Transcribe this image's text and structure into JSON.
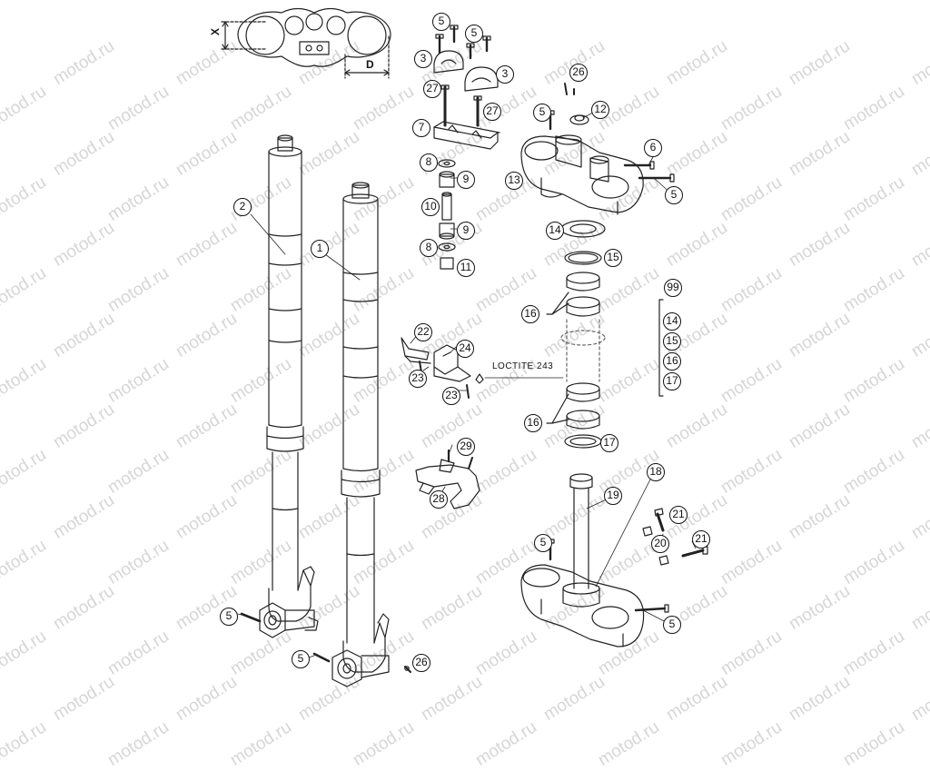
{
  "watermark": {
    "text": "motod.ru",
    "color": "#d6d6d6"
  },
  "dimensions": {
    "x_label": "X",
    "d_label": "D"
  },
  "note": {
    "loctite": "LOCTITE 243"
  },
  "callouts": [
    {
      "id": "c5a",
      "label": "5"
    },
    {
      "id": "c5b",
      "label": "5"
    },
    {
      "id": "c3a",
      "label": "3"
    },
    {
      "id": "c3b",
      "label": "3"
    },
    {
      "id": "c27a",
      "label": "27"
    },
    {
      "id": "c27b",
      "label": "27"
    },
    {
      "id": "c7",
      "label": "7"
    },
    {
      "id": "c8a",
      "label": "8"
    },
    {
      "id": "c9a",
      "label": "9"
    },
    {
      "id": "c10",
      "label": "10"
    },
    {
      "id": "c9b",
      "label": "9"
    },
    {
      "id": "c8b",
      "label": "8"
    },
    {
      "id": "c11",
      "label": "11"
    },
    {
      "id": "c26a",
      "label": "26"
    },
    {
      "id": "c5c",
      "label": "5"
    },
    {
      "id": "c12",
      "label": "12"
    },
    {
      "id": "c6",
      "label": "6"
    },
    {
      "id": "c13",
      "label": "13"
    },
    {
      "id": "c5d",
      "label": "5"
    },
    {
      "id": "c14a",
      "label": "14"
    },
    {
      "id": "c15a",
      "label": "15"
    },
    {
      "id": "c16a",
      "label": "16"
    },
    {
      "id": "c99",
      "label": "99"
    },
    {
      "id": "c14b",
      "label": "14"
    },
    {
      "id": "c15b",
      "label": "15"
    },
    {
      "id": "c16b",
      "label": "16"
    },
    {
      "id": "c17b",
      "label": "17"
    },
    {
      "id": "c2",
      "label": "2"
    },
    {
      "id": "c1",
      "label": "1"
    },
    {
      "id": "c22",
      "label": "22"
    },
    {
      "id": "c24",
      "label": "24"
    },
    {
      "id": "c23a",
      "label": "23"
    },
    {
      "id": "c23b",
      "label": "23"
    },
    {
      "id": "c16c",
      "label": "16"
    },
    {
      "id": "c17a",
      "label": "17"
    },
    {
      "id": "c29",
      "label": "29"
    },
    {
      "id": "c28",
      "label": "28"
    },
    {
      "id": "c18",
      "label": "18"
    },
    {
      "id": "c19",
      "label": "19"
    },
    {
      "id": "c21a",
      "label": "21"
    },
    {
      "id": "c21b",
      "label": "21"
    },
    {
      "id": "c20",
      "label": "20"
    },
    {
      "id": "c5e",
      "label": "5"
    },
    {
      "id": "c5f",
      "label": "5"
    },
    {
      "id": "c5g",
      "label": "5"
    },
    {
      "id": "c5h",
      "label": "5"
    },
    {
      "id": "c26b",
      "label": "26"
    }
  ]
}
